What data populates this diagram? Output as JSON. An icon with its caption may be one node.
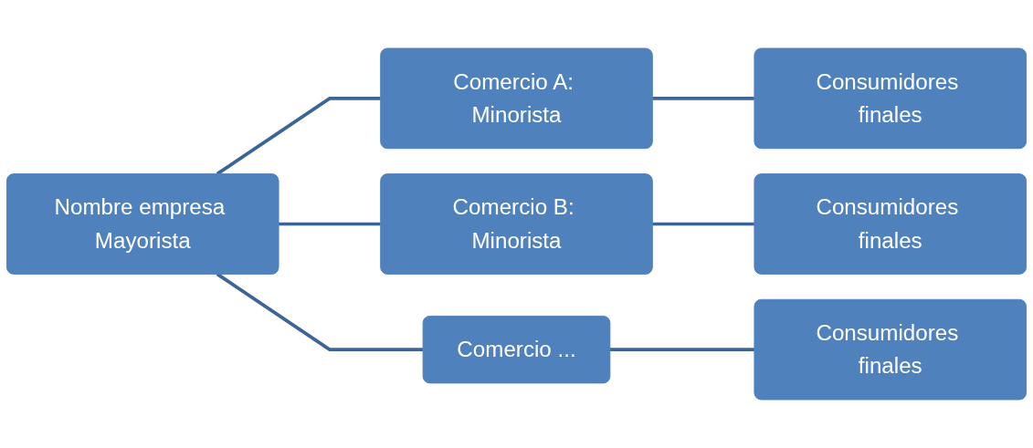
{
  "diagram": {
    "nodes": [
      {
        "text": [
          "Nombre empresa Mayorista"
        ]
      },
      {
        "text": [
          "Comercio A: Minorista"
        ]
      },
      {
        "text": [
          "Consumidores finales"
        ]
      },
      {
        "text": [
          "Comercio B: Minorista"
        ]
      },
      {
        "text": [
          "Consumidores finales"
        ]
      },
      {
        "text": [
          "Comercio ..."
        ]
      },
      {
        "text": [
          "Consumidores finales"
        ]
      }
    ],
    "edges": [
      {
        "from": 0,
        "to": 1,
        "arrow": "none"
      },
      {
        "from": 0,
        "to": 3,
        "arrow": "none"
      },
      {
        "from": 0,
        "to": 5,
        "arrow": "none"
      },
      {
        "from": 1,
        "to": 2,
        "arrow": "none"
      },
      {
        "from": 3,
        "to": 4,
        "arrow": "none"
      },
      {
        "from": 5,
        "to": 6,
        "arrow": "none"
      }
    ]
  }
}
